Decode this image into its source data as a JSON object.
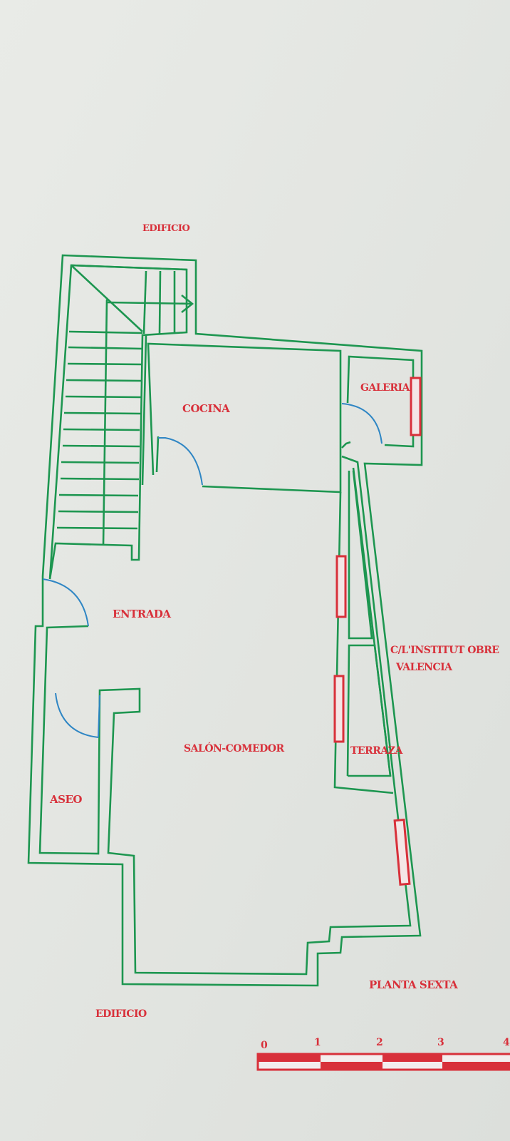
{
  "plan": {
    "title": "PLANTA SEXTA",
    "labels": {
      "edificio_top": "EDIFICIO",
      "edificio_bottom": "EDIFICIO",
      "cocina": "COCINA",
      "galeria": "GALERIA",
      "entrada": "ENTRADA",
      "salon": "SALÓN-COMEDOR",
      "aseo": "ASEO",
      "terraza": "TERRAZA",
      "street_line1": "C/L'INSTITUT OBRE",
      "street_line2": "VALENCIA"
    },
    "scale": {
      "ticks": [
        "0",
        "1",
        "2",
        "3",
        "4"
      ]
    }
  },
  "colors": {
    "walls": "#1d9650",
    "text": "#d8303a",
    "doors": "#2f86c4",
    "paper": "#e3e5e1"
  }
}
